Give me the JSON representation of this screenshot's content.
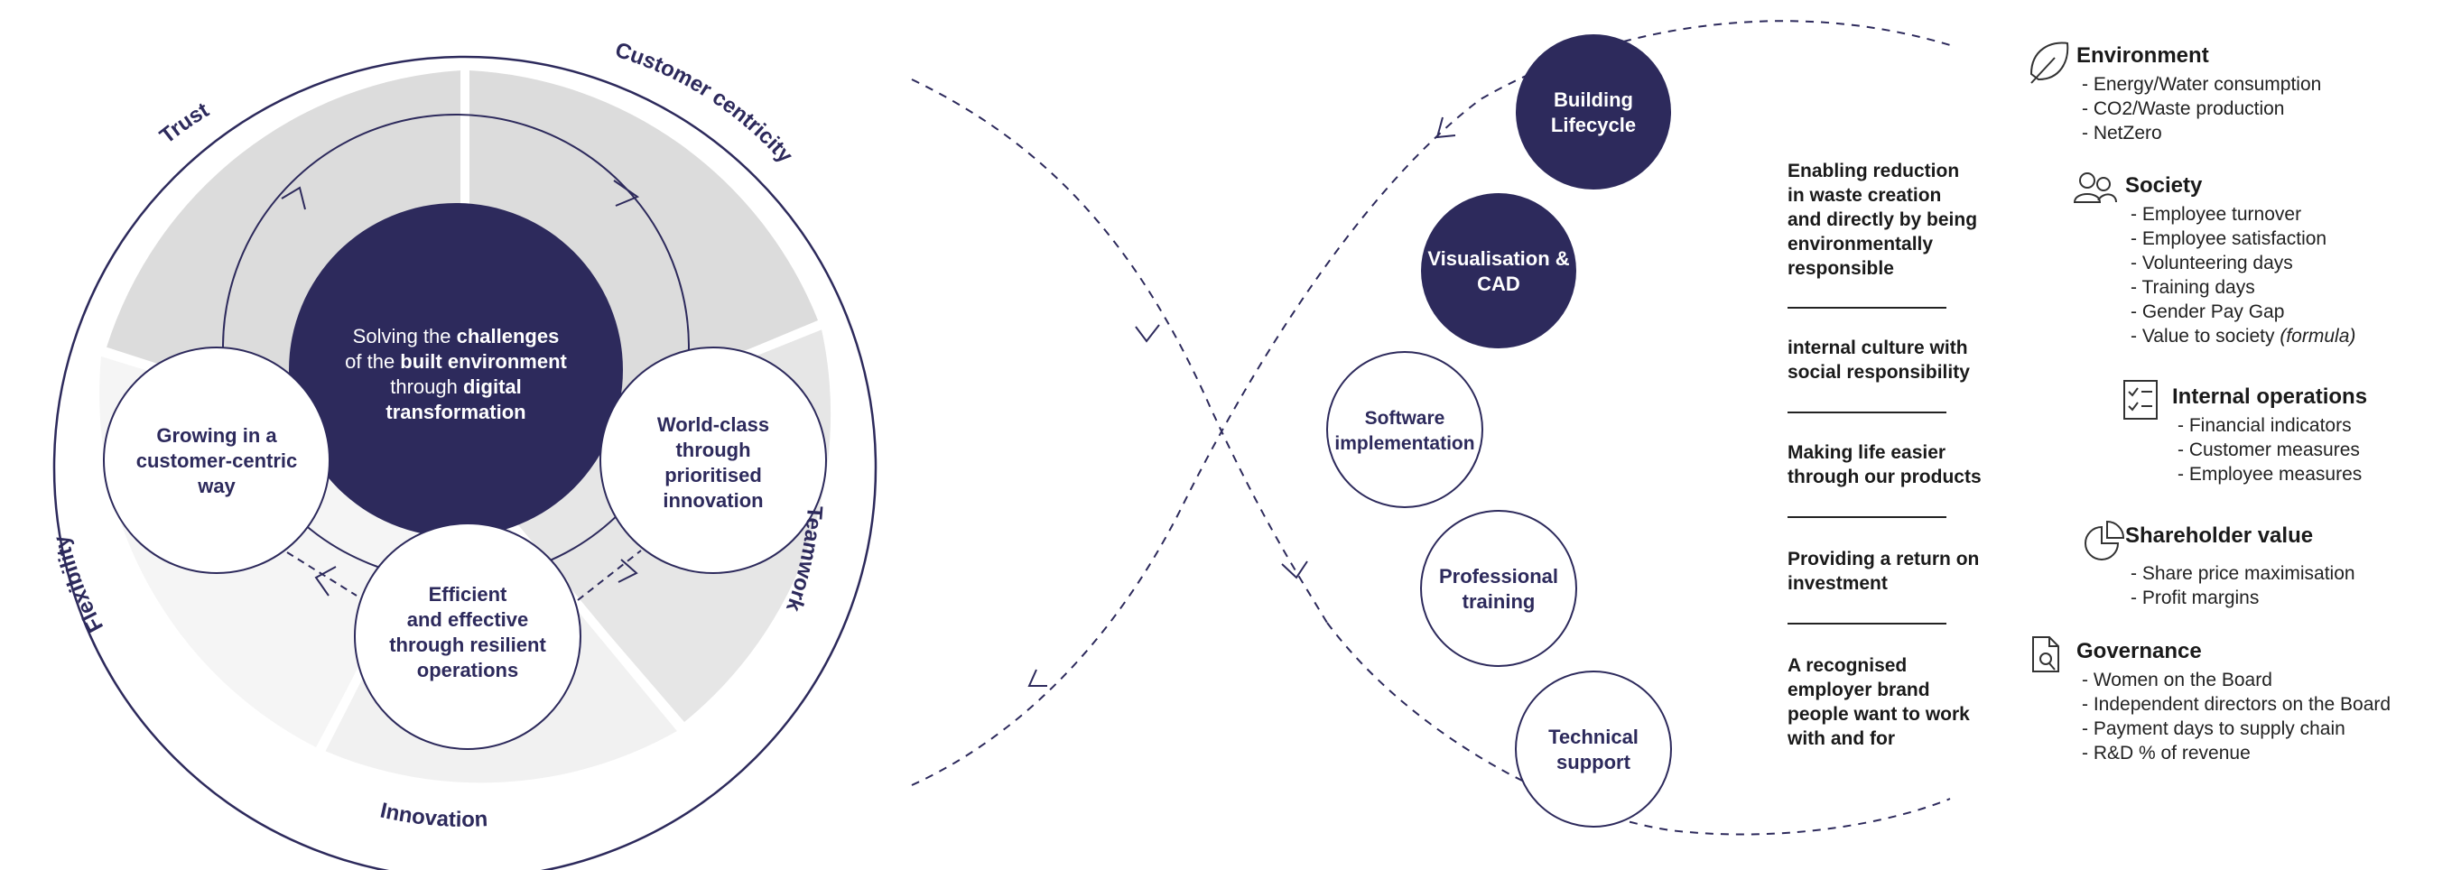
{
  "colors": {
    "navy": "#2d2a5c",
    "light_grey": "#f3f3f3",
    "mid_grey": "#dcdcdc",
    "white": "#ffffff",
    "line": "#2d2a5c"
  },
  "wheel": {
    "center_text": {
      "line1_a": "Solving the ",
      "line1_b": "challenges",
      "line2_a": "of the ",
      "line2_b": "built environment",
      "line3": "through ",
      "line3_b": "digital",
      "line4": "transformation"
    },
    "values": {
      "trust": "Trust",
      "customer_centricity": "Customer centricity",
      "teamwork": "Teamwork",
      "innovation": "Innovation",
      "flexibility": "Flexibility"
    },
    "nodes": {
      "growing": [
        "Growing in a",
        "customer-centric",
        "way"
      ],
      "worldclass": [
        "World-class",
        "through",
        "prioritised",
        "innovation"
      ],
      "efficient": [
        "Efficient",
        "and effective",
        "through resilient",
        "operations"
      ]
    }
  },
  "services": {
    "building": [
      "Building",
      "Lifecycle"
    ],
    "visualisation": [
      "Visualisation &",
      "CAD"
    ],
    "software": [
      "Software",
      "implementation"
    ],
    "professional": [
      "Professional",
      "training"
    ],
    "technical": [
      "Technical",
      "support"
    ]
  },
  "outcomes": [
    [
      "Enabling reduction",
      "in waste creation",
      "and directly by being",
      "environmentally",
      "responsible"
    ],
    [
      "internal culture with",
      "social responsibility"
    ],
    [
      "Making life easier",
      "through our products"
    ],
    [
      "Providing a return on",
      "investment"
    ],
    [
      "A recognised",
      "employer brand",
      "people want to work",
      "with and for"
    ]
  ],
  "kpis": {
    "environment": {
      "title": "Environment",
      "icon": "leaf-icon",
      "items": [
        "- Energy/Water consumption",
        "- CO2/Waste production",
        "- NetZero"
      ]
    },
    "society": {
      "title": "Society",
      "icon": "people-icon",
      "items": [
        "- Employee turnover",
        "- Employee satisfaction",
        "- Volunteering days",
        "- Training days",
        "- Gender Pay Gap",
        "- Value to society "
      ],
      "last_item_suffix": "(formula)"
    },
    "operations": {
      "title": "Internal operations",
      "icon": "checklist-icon",
      "items": [
        "- Financial indicators",
        "- Customer measures",
        "- Employee measures"
      ]
    },
    "shareholder": {
      "title": "Shareholder value",
      "icon": "pie-chart-icon",
      "items": [
        "- Share price maximisation",
        "- Profit margins"
      ]
    },
    "governance": {
      "title": "Governance",
      "icon": "document-search-icon",
      "items": [
        "- Women on the Board",
        "- Independent directors on the Board",
        "- Payment days to supply chain",
        "- R&D % of revenue"
      ]
    }
  }
}
